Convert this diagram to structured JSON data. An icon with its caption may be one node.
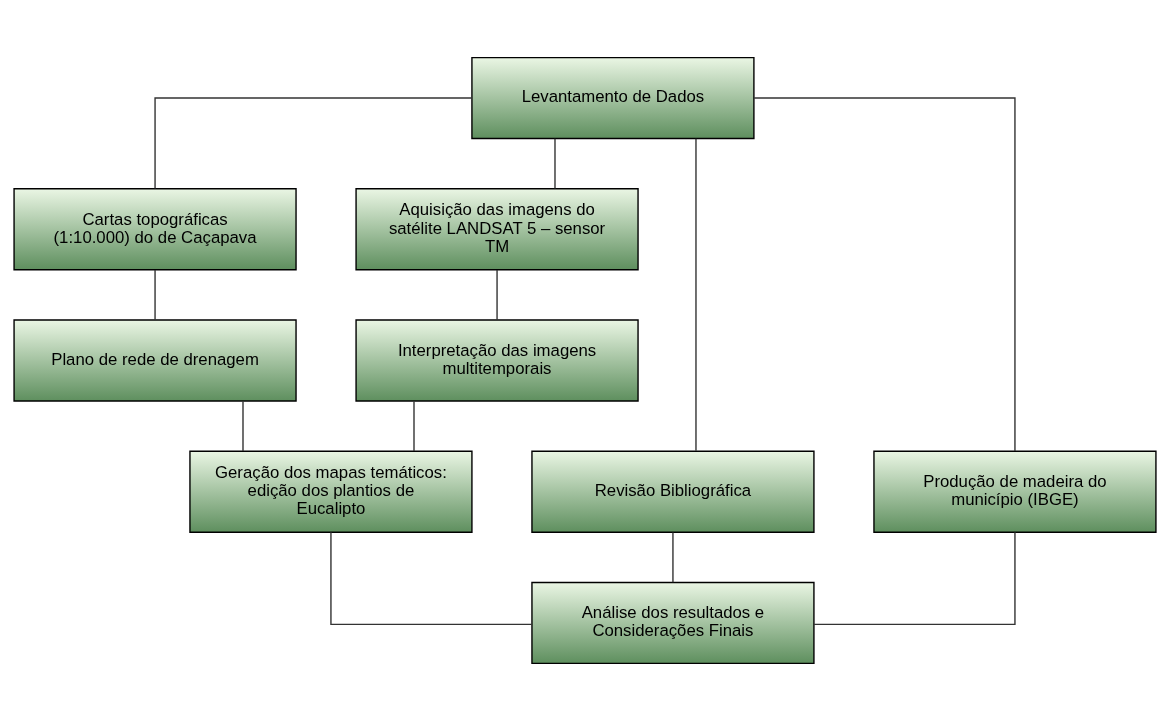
{
  "diagram": {
    "nodes": [
      {
        "text": [
          "Levantamento de Dados"
        ]
      },
      {
        "text": [
          "Cartas topográficas (1:10.000) do de Caçapava"
        ]
      },
      {
        "text": [
          "Aquisição das imagens do satélite LANDSAT 5 – sensor TM"
        ]
      },
      {
        "text": [
          "Plano de rede de drenagem"
        ]
      },
      {
        "text": [
          "Interpretação das imagens multitemporais"
        ]
      },
      {
        "text": [
          "Revisão Bibliográfica"
        ]
      },
      {
        "text": [
          "Geração dos mapas temáticos: edição dos plantios de Eucalipto"
        ]
      },
      {
        "text": [
          "Produção de madeira do município (IBGE)"
        ]
      },
      {
        "text": [
          "Análise dos resultados e Considerações Finais"
        ]
      }
    ],
    "edges": [
      {
        "from": 0,
        "to": 1,
        "arrow": "none"
      },
      {
        "from": 0,
        "to": 2,
        "arrow": "none"
      },
      {
        "from": 1,
        "to": 3,
        "arrow": "none"
      },
      {
        "from": 2,
        "to": 4,
        "arrow": "none"
      },
      {
        "from": 3,
        "to": 6,
        "arrow": "none"
      },
      {
        "from": 4,
        "to": 6,
        "arrow": "none"
      },
      {
        "from": 0,
        "to": 5,
        "arrow": "none"
      },
      {
        "from": 0,
        "to": 7,
        "arrow": "none"
      },
      {
        "from": 5,
        "to": 8,
        "arrow": "none"
      },
      {
        "from": 6,
        "to": 8,
        "arrow": "none"
      },
      {
        "from": 7,
        "to": 8,
        "arrow": "none"
      }
    ]
  }
}
